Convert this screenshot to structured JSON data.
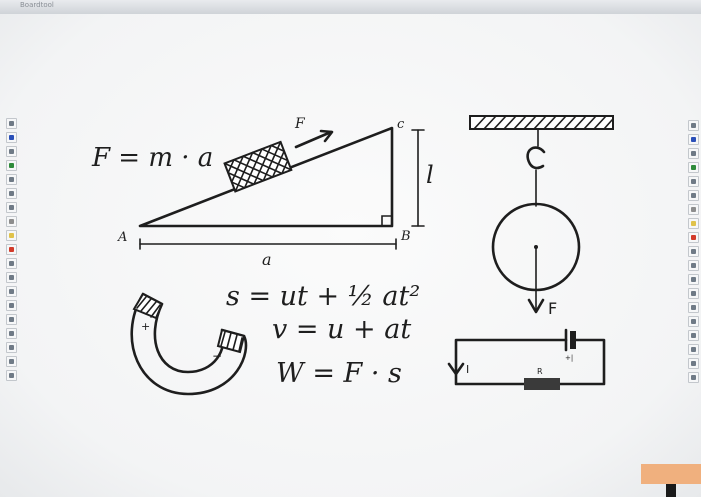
{
  "window": {
    "title": "Boardtool"
  },
  "colors": {
    "ink": "#1e1e1e",
    "board": "#f7f7f7",
    "accent_tab": "#f0b07e"
  },
  "toolbar_left": [
    "select",
    "pen",
    "pen-thin",
    "marker",
    "arrow",
    "line",
    "curve",
    "eraser",
    "highlighter",
    "color-red",
    "shape",
    "fill",
    "text",
    "image",
    "zoom",
    "undo",
    "grid",
    "page",
    "settings"
  ],
  "toolbar_right": [
    "select",
    "pen",
    "arrow",
    "marker",
    "line",
    "curve",
    "eraser",
    "highlighter",
    "color-red",
    "shape",
    "text",
    "zoom",
    "undo",
    "redo",
    "image",
    "page",
    "grid",
    "settings",
    "close"
  ],
  "board": {
    "formula_newton": "F = m · a",
    "incline_label_f": "F",
    "incline_label_a": "A",
    "incline_label_b": "B",
    "incline_label_c": "c",
    "incline_label_l": "l",
    "incline_label_base": "a",
    "eq_distance": "s = ut + ½ at²",
    "eq_velocity": "v = u + at",
    "eq_work": "W = F · s",
    "magnet_plus": "+",
    "magnet_minus": "−",
    "pendulum_force": "F",
    "circuit_current": "I",
    "circuit_resistor": "R",
    "circuit_battery": "+|"
  }
}
